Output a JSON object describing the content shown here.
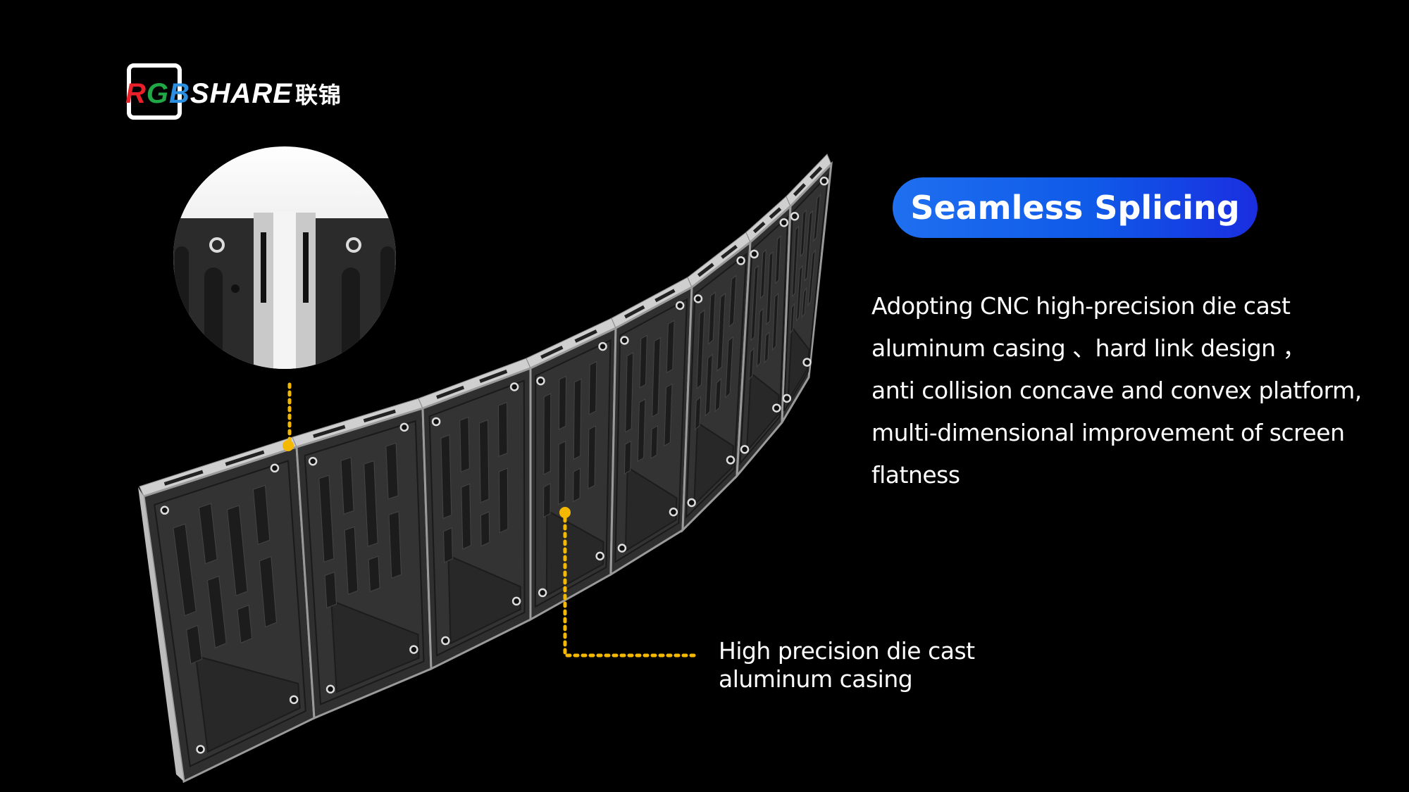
{
  "logo": {
    "letters": [
      {
        "t": "R",
        "c": "#e8202a"
      },
      {
        "t": "G",
        "c": "#1fa845"
      },
      {
        "t": "B",
        "c": "#2a8fe0"
      },
      {
        "t": "SHARE",
        "c": "#ffffff"
      },
      {
        "t": "联锦",
        "c": "#ffffff"
      }
    ]
  },
  "feature": {
    "title": "Seamless Splicing",
    "description_lines": [
      "Adopting CNC high-precision die cast",
      "aluminum casing 、hard link design ，",
      "anti collision concave and convex platform,",
      "multi-dimensional improvement of screen",
      "flatness"
    ]
  },
  "callout": {
    "lines": [
      "High precision die cast",
      "aluminum casing"
    ]
  },
  "colors": {
    "accent_blue": "#1463ec",
    "callout_yellow": "#f5b800",
    "background": "#000000"
  }
}
